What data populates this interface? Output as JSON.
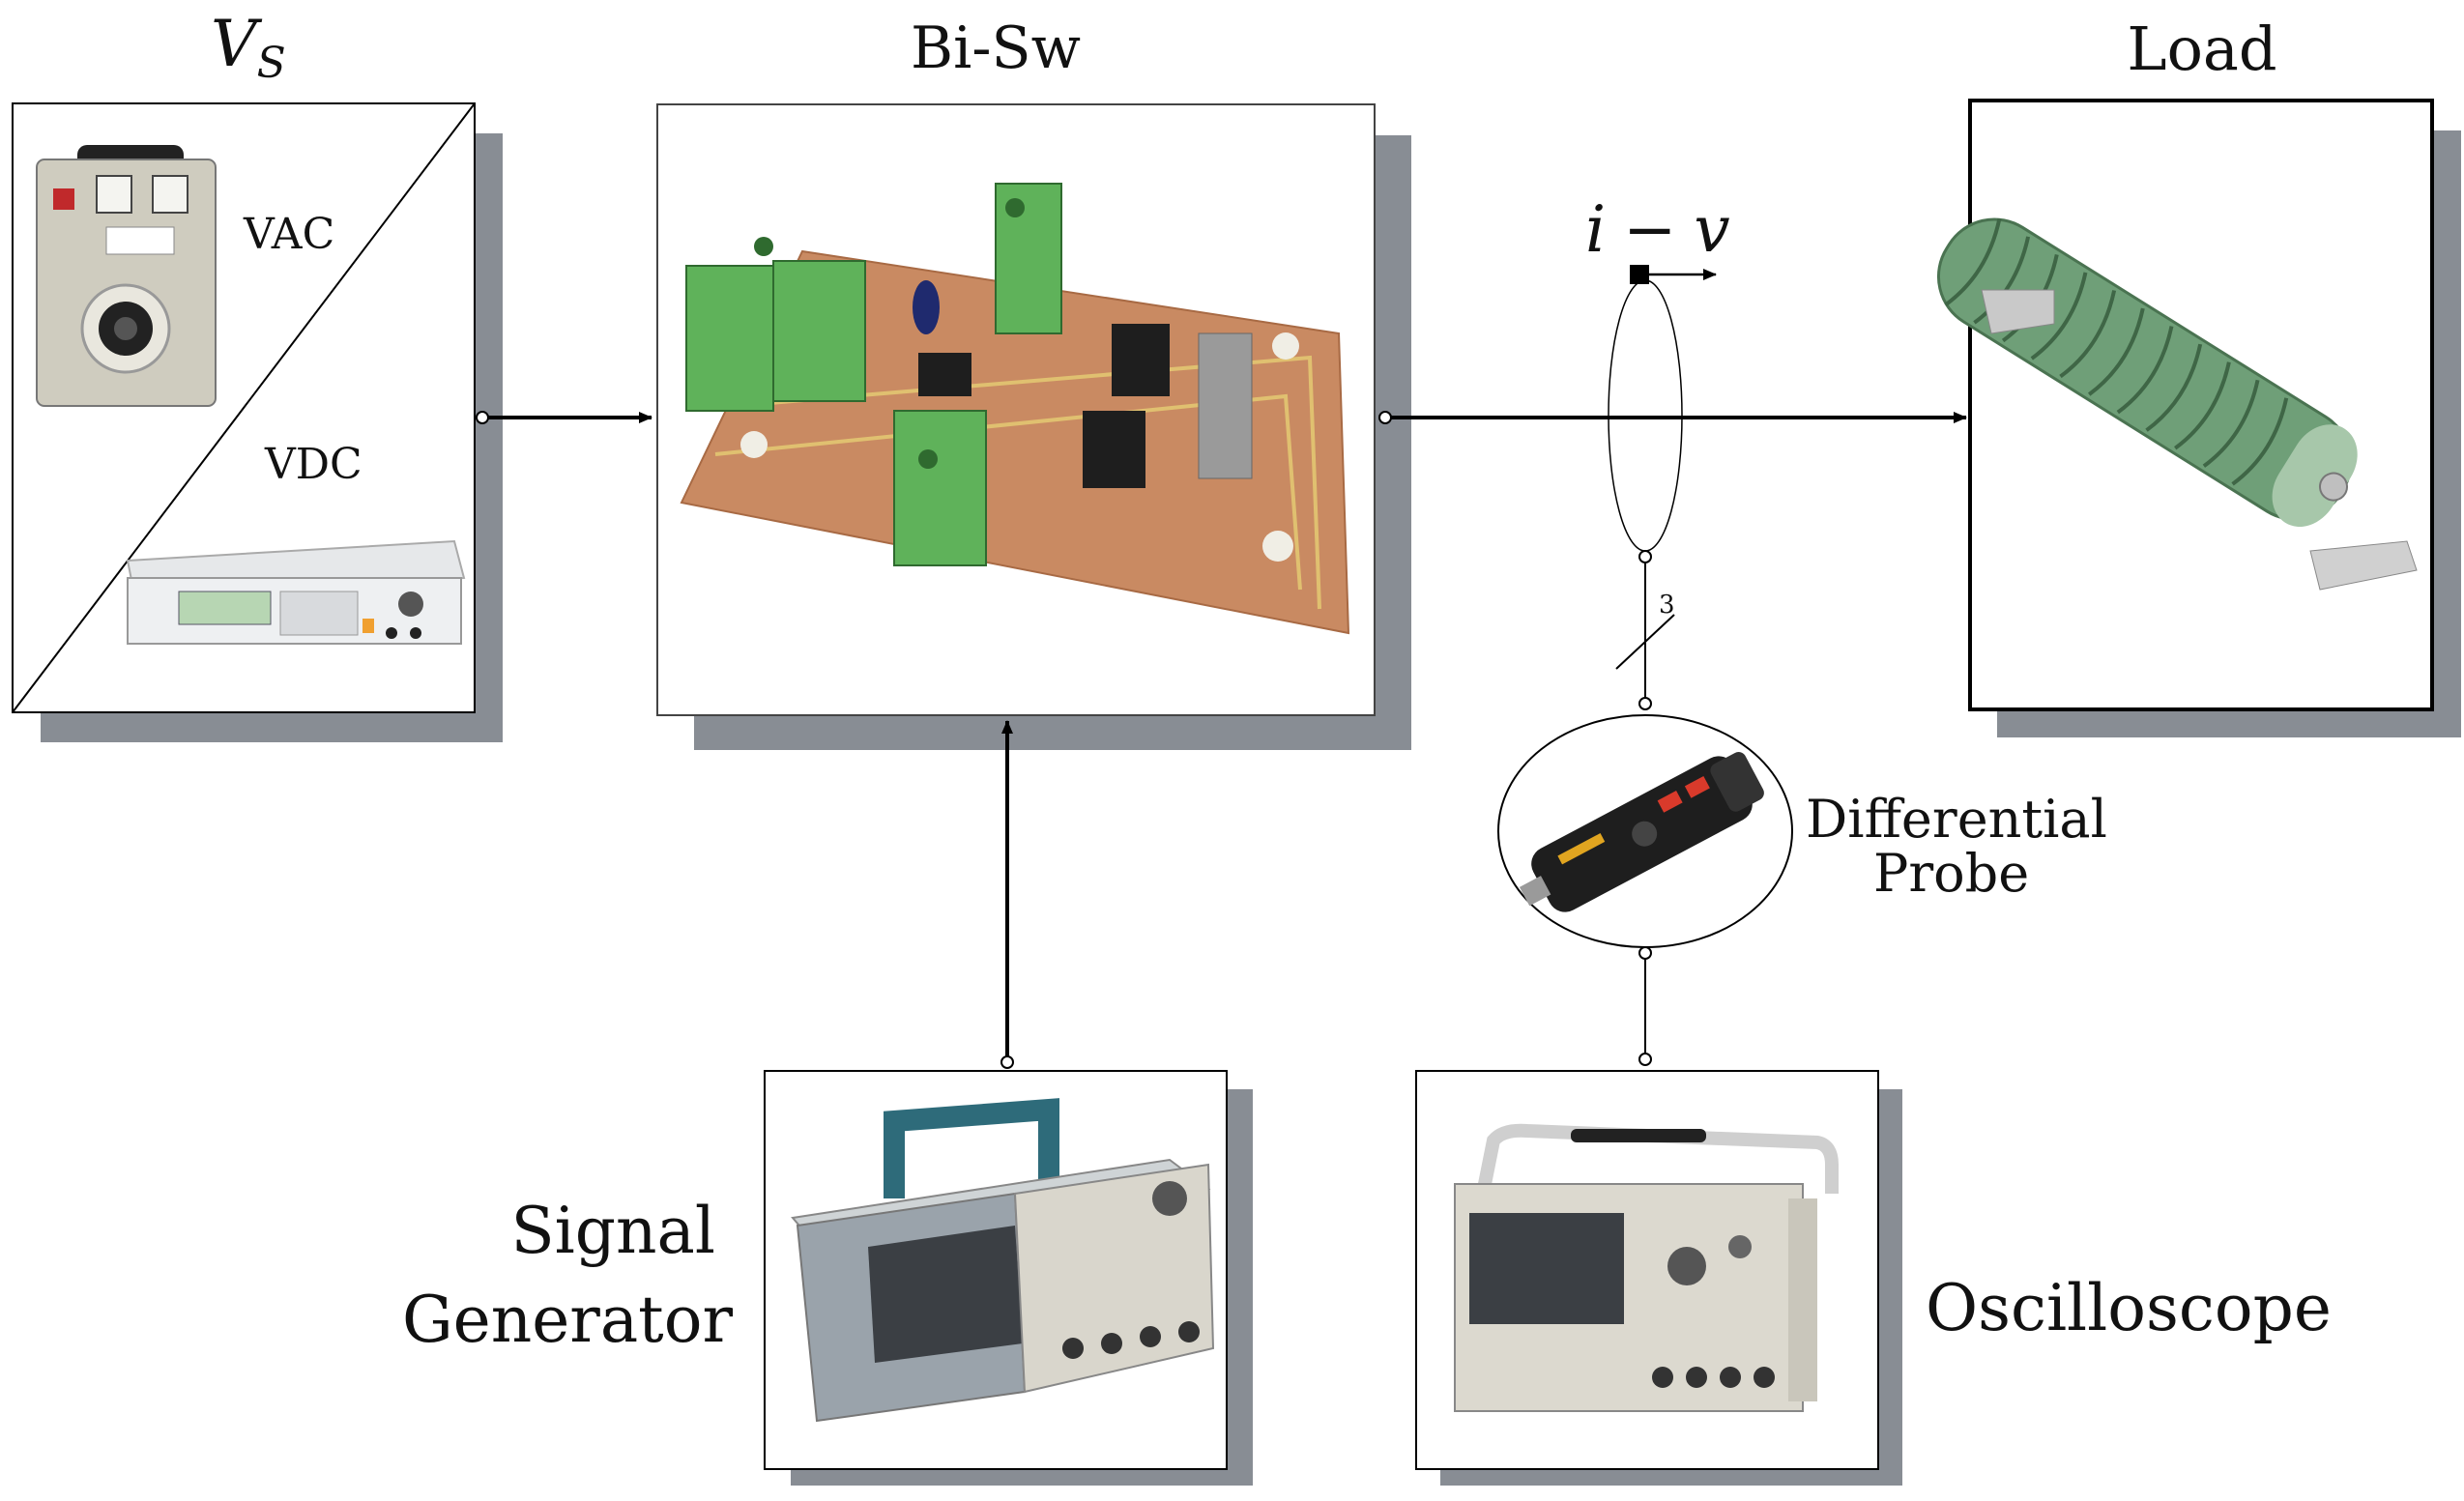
{
  "source": {
    "title_main": "V",
    "title_sub": "S",
    "label_ac": "VAC",
    "label_dc": "VDC"
  },
  "switch": {
    "title": "Bi-Sw"
  },
  "load": {
    "title": "Load"
  },
  "measurement": {
    "label_i": "i",
    "label_dash": "−",
    "label_v": "v",
    "bus_width": "3"
  },
  "probe": {
    "label_line1": "Differential",
    "label_line2": "Probe"
  },
  "generator": {
    "label_line1": "Signal",
    "label_line2": "Generator"
  },
  "scope": {
    "label": "Oscilloscope"
  },
  "colors": {
    "shadow": "#888d94",
    "pcb": "#c98a62",
    "terminal": "#5fb25a",
    "resistor": "#6f9f78",
    "device_body": "#d9d6cc",
    "screen": "#3b3f44"
  }
}
